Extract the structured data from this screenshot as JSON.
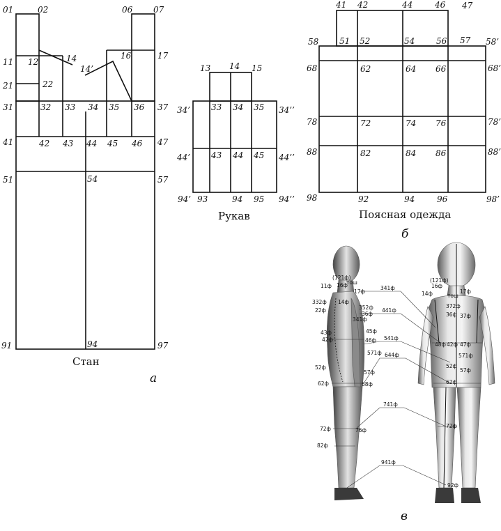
{
  "captions": {
    "stan": "Стан",
    "rukav": "Рукав",
    "poyas": "Поясная одежда",
    "a": "а",
    "b": "б",
    "v": "в"
  },
  "stan_labels": [
    "01",
    "02",
    "06",
    "07",
    "11",
    "12",
    "14",
    "14’",
    "16",
    "17",
    "21",
    "22",
    "31",
    "32",
    "33",
    "34",
    "35",
    "36",
    "37",
    "41",
    "42",
    "43",
    "44",
    "45",
    "46",
    "47",
    "51",
    "54",
    "57",
    "91",
    "94",
    "97"
  ],
  "sleeve_labels": [
    "13",
    "14",
    "15",
    "34’",
    "33",
    "34",
    "35",
    "34’’",
    "44’",
    "43",
    "44",
    "45",
    "44’’",
    "94’",
    "93",
    "94",
    "95",
    "94’’"
  ],
  "waist_labels": [
    "41",
    "42",
    "44",
    "46",
    "47",
    "58",
    "51",
    "52",
    "54",
    "56",
    "57",
    "58’",
    "68",
    "62",
    "64",
    "66",
    "68’",
    "78",
    "72",
    "74",
    "76",
    "78’",
    "88",
    "82",
    "84",
    "86",
    "88’",
    "98",
    "92",
    "94",
    "96",
    "98’"
  ],
  "figure_labels": {
    "left": [
      "(121ф)",
      "11ф",
      "16ф",
      "тош",
      "17ф",
      "332ф",
      "22ф",
      "14ф",
      "341ф",
      "352ф",
      "36ф",
      "43ф",
      "42ф",
      "45ф",
      "46ф",
      "52ф",
      "571ф",
      "57ф",
      "62ф",
      "68ф",
      "72ф",
      "76ф",
      "82ф"
    ],
    "right": [
      "(121ф)",
      "16ф",
      "14ф",
      "тош",
      "17ф",
      "372ф",
      "36ф",
      "37ф",
      "42ф",
      "48ф",
      "47ф",
      "571ф",
      "52ф",
      "57ф",
      "62ф",
      "72ф",
      "92ф"
    ],
    "callouts": [
      "341ф",
      "441ф",
      "541ф",
      "644ф",
      "741ф",
      "941ф"
    ]
  },
  "colors": {
    "line": "#111111",
    "figure_dark": "#3a3a3a",
    "figure_light": "#e6e6e6"
  }
}
